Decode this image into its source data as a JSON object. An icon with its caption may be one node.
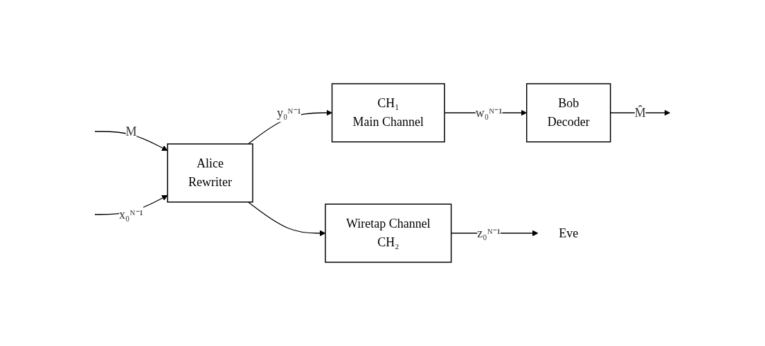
{
  "diagram": {
    "nodes": [
      {
        "text": [
          "Alice",
          "Rewriter"
        ]
      },
      {
        "text": [
          "CH₁",
          "Main Channel"
        ]
      },
      {
        "text": [
          "Bob",
          "Decoder"
        ]
      },
      {
        "text": [
          "Wiretap Channel",
          "CH₂"
        ]
      },
      {
        "text": [
          "Eve"
        ]
      }
    ],
    "edges": [
      {
        "from": null,
        "to": 0,
        "arrow": "to",
        "label": "M"
      },
      {
        "from": null,
        "to": 0,
        "arrow": "to",
        "label": "x₀ᴺ⁻¹"
      },
      {
        "from": 0,
        "to": 1,
        "arrow": "to",
        "label": "y₀ᴺ⁻¹"
      },
      {
        "from": 0,
        "to": 3,
        "arrow": "to"
      },
      {
        "from": 1,
        "to": 2,
        "arrow": "to",
        "label": "w₀ᴺ⁻¹"
      },
      {
        "from": 2,
        "to": null,
        "arrow": "to",
        "label": "M̂"
      },
      {
        "from": 3,
        "to": 4,
        "arrow": "to",
        "label": "z₀ᴺ⁻¹"
      }
    ]
  }
}
